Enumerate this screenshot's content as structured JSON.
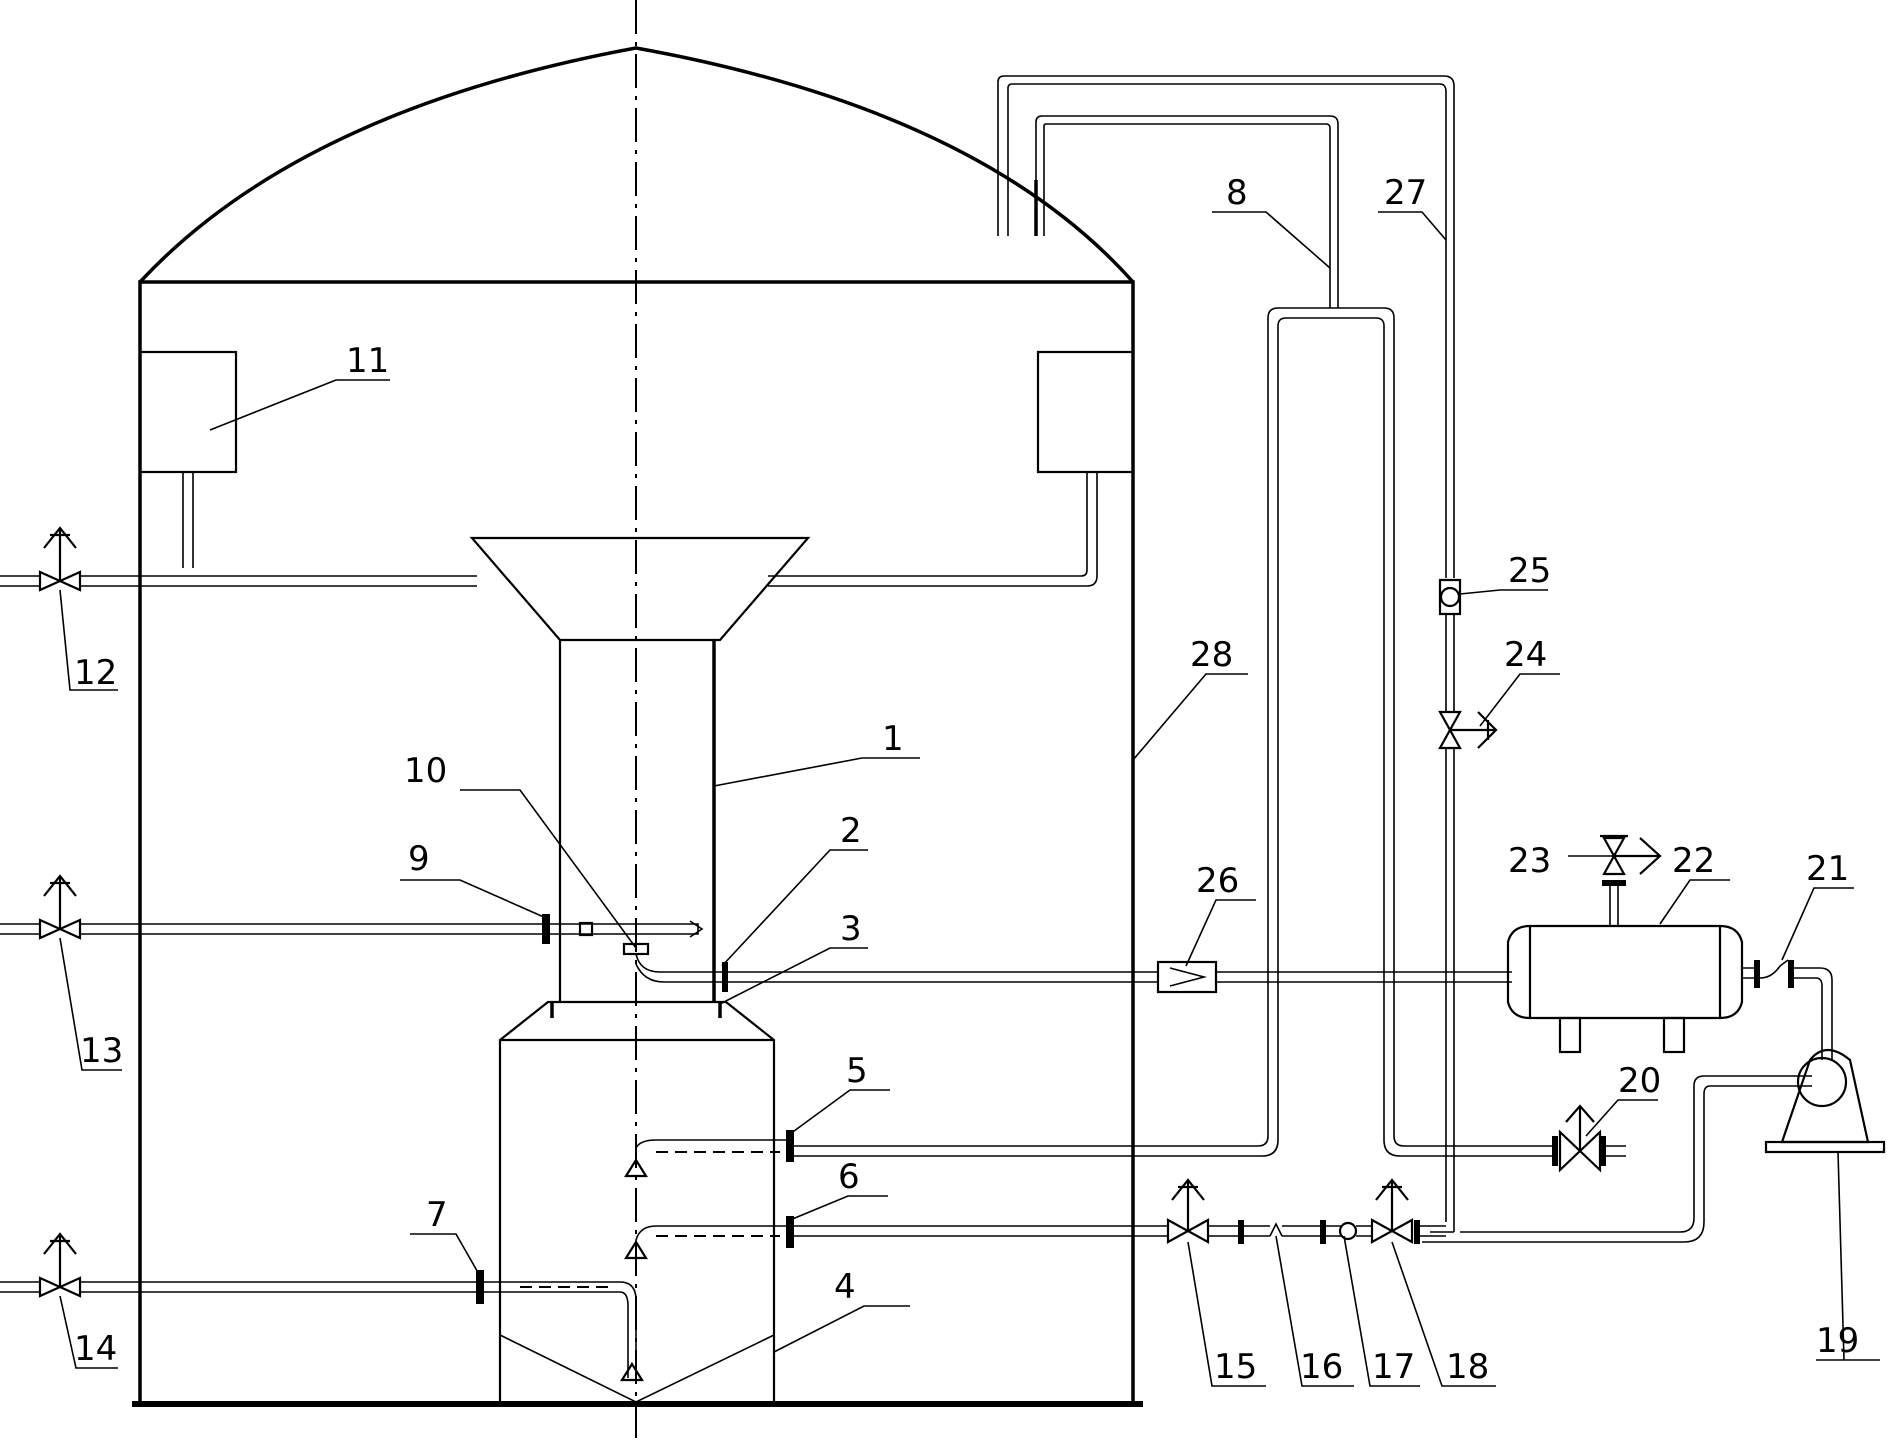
{
  "labels": {
    "l1": "1",
    "l2": "2",
    "l3": "3",
    "l4": "4",
    "l5": "5",
    "l6": "6",
    "l7": "7",
    "l8": "8",
    "l9": "9",
    "l10": "10",
    "l11": "11",
    "l12": "12",
    "l13": "13",
    "l14": "14",
    "l15": "15",
    "l16": "16",
    "l17": "17",
    "l18": "18",
    "l19": "19",
    "l20": "20",
    "l21": "21",
    "l22": "22",
    "l23": "23",
    "l24": "24",
    "l25": "25",
    "l26": "26",
    "l27": "27",
    "l28": "28"
  },
  "colors": {
    "line": "#000000",
    "background": "#ffffff"
  }
}
